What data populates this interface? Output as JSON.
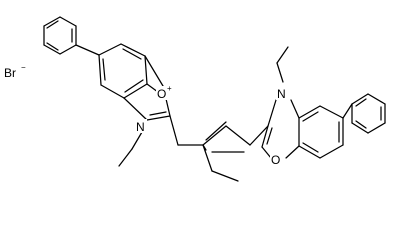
{
  "molecule": {
    "counterion": {
      "symbol": "Br",
      "charge": "−"
    },
    "atoms": {
      "n_left": "N",
      "o_left": "O",
      "o_left_charge": "+",
      "n_right": "N",
      "o_right": "O"
    }
  },
  "colors": {
    "bond": "#000000",
    "text": "#000000",
    "background": "#ffffff"
  }
}
